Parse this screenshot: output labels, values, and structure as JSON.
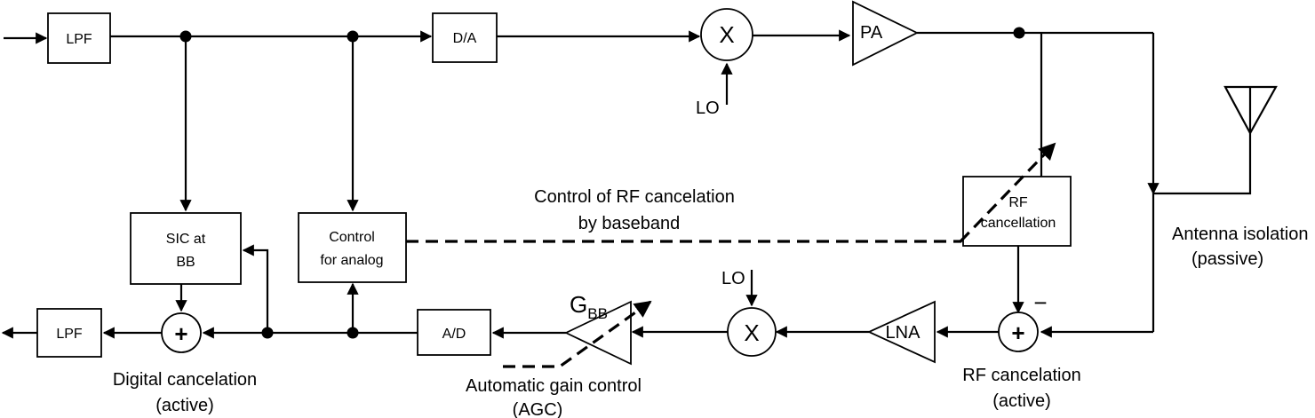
{
  "blocks": {
    "lpf_in": "LPF",
    "da": "D/A",
    "mixer_tx": "X",
    "lo_tx": "LO",
    "pa": "PA",
    "sic_line1": "SIC at",
    "sic_line2": "BB",
    "control_line1": "Control",
    "control_line2": "for analog",
    "rf_cancel_line1": "RF",
    "rf_cancel_line2": "cancellation",
    "lpf_out": "LPF",
    "ad": "A/D",
    "gbb": "G",
    "gbb_sub": "BB",
    "mixer_rx": "X",
    "lo_rx": "LO",
    "lna": "LNA",
    "minus_sign": "−"
  },
  "labels": {
    "control_rf_line1": "Control of RF cancelation",
    "control_rf_line2": "by baseband",
    "antenna_iso_line1": "Antenna isolation",
    "antenna_iso_line2": "(passive)",
    "digital_line1": "Digital cancelation",
    "digital_line2": "(active)",
    "agc_line1": "Automatic gain control",
    "agc_line2": "(AGC)",
    "rf_active_line1": "RF cancelation",
    "rf_active_line2": "(active)"
  }
}
